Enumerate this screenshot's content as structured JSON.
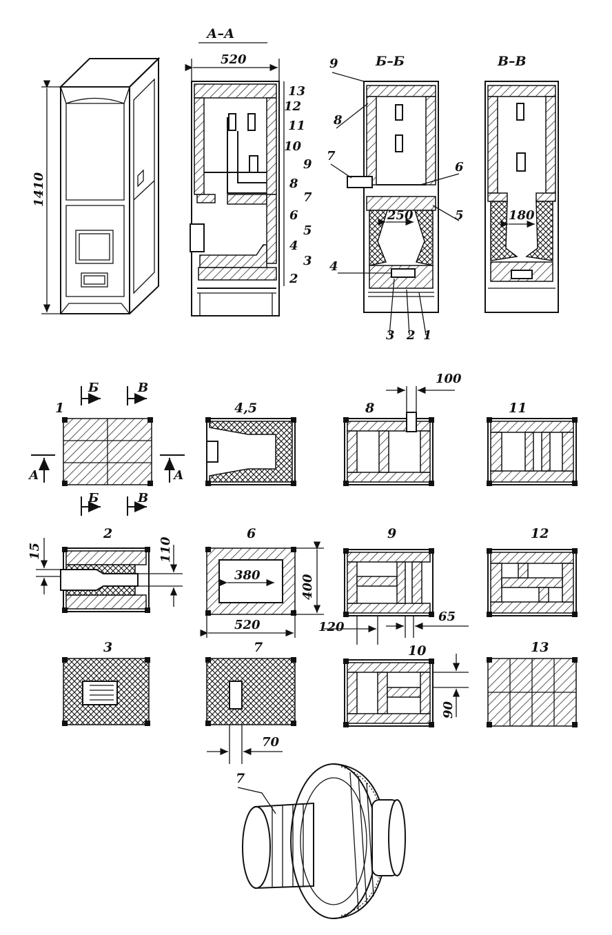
{
  "sections": {
    "aa": "А–А",
    "bb": "Б–Б",
    "vv": "В–В"
  },
  "dims": {
    "height_total": "1410",
    "width_aa": "520",
    "d250": "250",
    "d180": "180",
    "d100": "100",
    "d15": "15",
    "d110": "110",
    "d380": "380",
    "d400": "400",
    "d520": "520",
    "d120": "120",
    "d65": "65",
    "d90": "90",
    "d70": "70"
  },
  "aa_rows": [
    "13",
    "12",
    "11",
    "10",
    "9",
    "8",
    "7",
    "6",
    "5",
    "4",
    "3",
    "2"
  ],
  "bb_callouts": [
    "9",
    "8",
    "7",
    "6",
    "5",
    "4",
    "3",
    "2",
    "1"
  ],
  "plan_labels": [
    "1",
    "4,5",
    "8",
    "11",
    "2",
    "6",
    "9",
    "12",
    "3",
    "7",
    "10",
    "13"
  ],
  "cut_marks": {
    "b": "Б",
    "v": "В",
    "a": "А"
  },
  "detail_label": "7"
}
